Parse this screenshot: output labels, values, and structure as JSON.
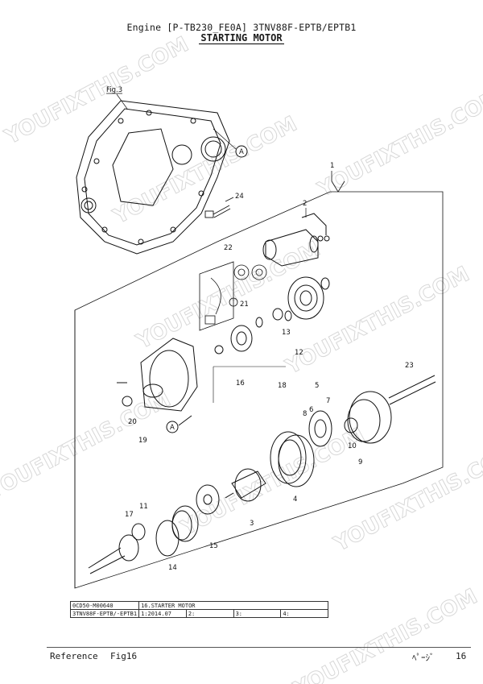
{
  "header": {
    "line1": "Engine [P-TB230_FE0A]  3TNV88F-EPTB/EPTB1",
    "title": "STARTING MOTOR"
  },
  "watermark": {
    "text": "YOUFIXTHIS.COM"
  },
  "diagram": {
    "fig_label": "Fig.3",
    "ref_marker": "A",
    "callouts": [
      "1",
      "2",
      "3",
      "4",
      "5",
      "6",
      "7",
      "8",
      "9",
      "10",
      "11",
      "12",
      "13",
      "14",
      "15",
      "16",
      "17",
      "18",
      "19",
      "20",
      "21",
      "22",
      "23",
      "24"
    ]
  },
  "table": {
    "row1": [
      "0CD50-M00640",
      "16.STARTER MOTOR",
      "",
      "",
      ""
    ],
    "row2": [
      "3TNV88F-EPTB/-EPTB1",
      "1:2014.07",
      "2:",
      "3:",
      "4:"
    ]
  },
  "footer": {
    "reference": "Reference",
    "fig": "Fig16",
    "page_label": "ﾍﾟｰｼﾞ",
    "page_number": "16"
  }
}
